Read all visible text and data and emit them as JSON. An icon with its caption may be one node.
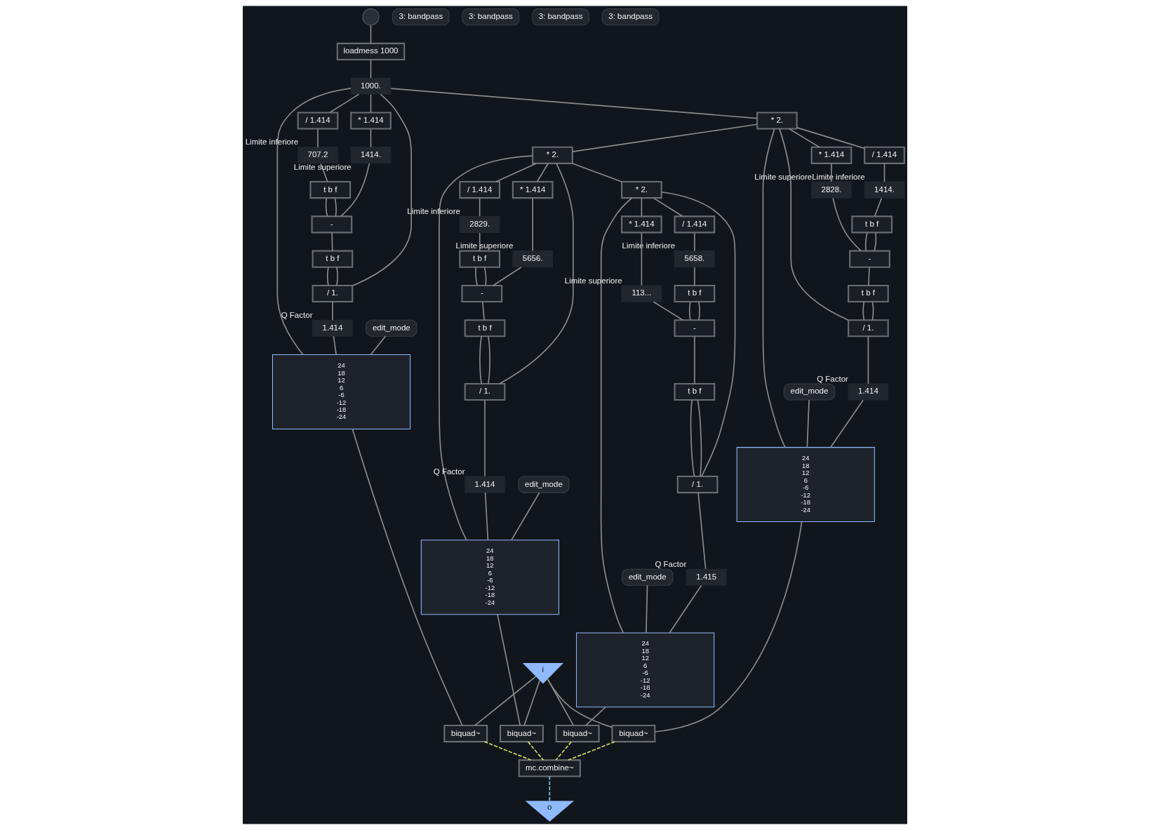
{
  "diagram": {
    "nodes": [
      {
        "text": [],
        "shape": "circle"
      },
      {
        "text": [
          "loadmess 1000"
        ]
      },
      {
        "text": [
          "1000."
        ]
      },
      {
        "text": [
          "/ 1.414"
        ]
      },
      {
        "text": [
          "707.2"
        ],
        "beside": [
          "Limite inferiore"
        ]
      },
      {
        "text": [
          "* 1.414"
        ]
      },
      {
        "text": [
          "1414."
        ],
        "beside": [
          "Limite superiore"
        ]
      },
      {
        "text": [
          "t b f"
        ]
      },
      {
        "text": [
          "-"
        ]
      },
      {
        "text": [
          "t b f"
        ]
      },
      {
        "text": [
          "/ 1."
        ]
      },
      {
        "text": [
          "1.414"
        ],
        "beside": [
          "Q Factor"
        ]
      },
      {
        "text": [
          "edit_mode"
        ]
      },
      {
        "text": [
          "3: bandpass"
        ]
      },
      {
        "text": [
          "24",
          "18",
          "12",
          "6",
          "-6",
          "-12",
          "-18",
          "-24"
        ]
      },
      {
        "text": [
          "biquad~"
        ]
      },
      {
        "text": [
          "* 2."
        ]
      },
      {
        "text": [
          "/ 1.414"
        ]
      },
      {
        "text": [
          "1414."
        ],
        "beside": [
          "Limite inferiore"
        ]
      },
      {
        "text": [
          "* 1.414"
        ]
      },
      {
        "text": [
          "2828."
        ],
        "beside": [
          "Limite superiore"
        ]
      },
      {
        "text": [
          "t b f"
        ]
      },
      {
        "text": [
          "-"
        ]
      },
      {
        "text": [
          "t b f"
        ]
      },
      {
        "text": [
          "/ 1."
        ]
      },
      {
        "text": [
          "1.414"
        ],
        "beside": [
          "Q Factor"
        ]
      },
      {
        "text": [
          "edit_mode"
        ]
      },
      {
        "text": [
          "3: bandpass"
        ]
      },
      {
        "text": [
          "24",
          "18",
          "12",
          "6",
          "-6",
          "-12",
          "-18",
          "-24"
        ]
      },
      {
        "text": [
          "biquad~"
        ]
      },
      {
        "text": [
          "* 2."
        ]
      },
      {
        "text": [
          "/ 1.414"
        ]
      },
      {
        "text": [
          "2829."
        ],
        "beside": [
          "Limite inferiore"
        ]
      },
      {
        "text": [
          "* 1.414"
        ]
      },
      {
        "text": [
          "5656."
        ],
        "beside": [
          "Limite superiore"
        ]
      },
      {
        "text": [
          "t b f"
        ]
      },
      {
        "text": [
          "-"
        ]
      },
      {
        "text": [
          "t b f"
        ]
      },
      {
        "text": [
          "/ 1."
        ]
      },
      {
        "text": [
          "1.414"
        ],
        "beside": [
          "Q Factor"
        ]
      },
      {
        "text": [
          "edit_mode"
        ]
      },
      {
        "text": [
          "3: bandpass"
        ]
      },
      {
        "text": [
          "24",
          "18",
          "12",
          "6",
          "-6",
          "-12",
          "-18",
          "-24"
        ]
      },
      {
        "text": [
          "biquad~"
        ]
      },
      {
        "text": [
          "* 2."
        ]
      },
      {
        "text": [
          "/ 1.414"
        ]
      },
      {
        "text": [
          "5658."
        ],
        "beside": [
          "Limite inferiore"
        ]
      },
      {
        "text": [
          "* 1.414"
        ]
      },
      {
        "text": [
          "113..."
        ],
        "beside": [
          "Limite superiore"
        ]
      },
      {
        "text": [
          "t b f"
        ]
      },
      {
        "text": [
          "-"
        ]
      },
      {
        "text": [
          "t b f"
        ]
      },
      {
        "text": [
          "/ 1."
        ]
      },
      {
        "text": [
          "1.415"
        ],
        "beside": [
          "Q Factor"
        ]
      },
      {
        "text": [
          "edit_mode"
        ]
      },
      {
        "text": [
          "3: bandpass"
        ]
      },
      {
        "text": [
          "24",
          "18",
          "12",
          "6",
          "-6",
          "-12",
          "-18",
          "-24"
        ]
      },
      {
        "text": [
          "biquad~"
        ]
      },
      {
        "text": [
          "i"
        ]
      },
      {
        "text": [
          "mc.combine~"
        ]
      },
      {
        "text": [
          "o"
        ]
      }
    ],
    "edges": [
      {
        "from": 0,
        "to": 1,
        "arrow": "none"
      },
      {
        "from": 1,
        "to": 2,
        "arrow": "none"
      },
      {
        "from": 2,
        "to": 3,
        "arrow": "none"
      },
      {
        "from": 2,
        "to": 5,
        "arrow": "none"
      },
      {
        "from": 3,
        "to": 4,
        "arrow": "none"
      },
      {
        "from": 5,
        "to": 6,
        "arrow": "none"
      },
      {
        "from": 4,
        "to": 7,
        "arrow": "none"
      },
      {
        "from": 7,
        "to": 8,
        "arrow": "none"
      },
      {
        "from": 7,
        "to": 8,
        "arrow": "none"
      },
      {
        "from": 6,
        "to": 8,
        "arrow": "none"
      },
      {
        "from": 8,
        "to": 9,
        "arrow": "none"
      },
      {
        "from": 9,
        "to": 10,
        "arrow": "none"
      },
      {
        "from": 9,
        "to": 10,
        "arrow": "none"
      },
      {
        "from": 2,
        "to": 10,
        "arrow": "none"
      },
      {
        "from": 10,
        "to": 11,
        "arrow": "none"
      },
      {
        "from": 11,
        "to": 14,
        "arrow": "none"
      },
      {
        "from": 2,
        "to": 14,
        "arrow": "none"
      },
      {
        "from": 12,
        "to": 14,
        "arrow": "none"
      },
      {
        "from": 14,
        "to": 15,
        "arrow": "none"
      },
      {
        "from": 58,
        "to": 15,
        "arrow": "none"
      },
      {
        "from": 15,
        "to": 59,
        "arrow": "none",
        "style": "dashed",
        "color": "#d4dc6a"
      },
      {
        "from": 2,
        "to": 16,
        "arrow": "none"
      },
      {
        "from": 16,
        "to": 17,
        "arrow": "none"
      },
      {
        "from": 16,
        "to": 19,
        "arrow": "none"
      },
      {
        "from": 17,
        "to": 18,
        "arrow": "none"
      },
      {
        "from": 19,
        "to": 20,
        "arrow": "none"
      },
      {
        "from": 18,
        "to": 21,
        "arrow": "none"
      },
      {
        "from": 21,
        "to": 22,
        "arrow": "none"
      },
      {
        "from": 21,
        "to": 22,
        "arrow": "none"
      },
      {
        "from": 20,
        "to": 22,
        "arrow": "none"
      },
      {
        "from": 22,
        "to": 23,
        "arrow": "none"
      },
      {
        "from": 23,
        "to": 24,
        "arrow": "none"
      },
      {
        "from": 23,
        "to": 24,
        "arrow": "none"
      },
      {
        "from": 16,
        "to": 24,
        "arrow": "none"
      },
      {
        "from": 24,
        "to": 25,
        "arrow": "none"
      },
      {
        "from": 25,
        "to": 28,
        "arrow": "none"
      },
      {
        "from": 16,
        "to": 28,
        "arrow": "none"
      },
      {
        "from": 26,
        "to": 28,
        "arrow": "none"
      },
      {
        "from": 28,
        "to": 29,
        "arrow": "none"
      },
      {
        "from": 58,
        "to": 29,
        "arrow": "none"
      },
      {
        "from": 29,
        "to": 59,
        "arrow": "none",
        "style": "dashed",
        "color": "#d4dc6a"
      },
      {
        "from": 16,
        "to": 30,
        "arrow": "none"
      },
      {
        "from": 30,
        "to": 31,
        "arrow": "none"
      },
      {
        "from": 30,
        "to": 33,
        "arrow": "none"
      },
      {
        "from": 31,
        "to": 32,
        "arrow": "none"
      },
      {
        "from": 33,
        "to": 34,
        "arrow": "none"
      },
      {
        "from": 32,
        "to": 35,
        "arrow": "none"
      },
      {
        "from": 35,
        "to": 36,
        "arrow": "none"
      },
      {
        "from": 35,
        "to": 36,
        "arrow": "none"
      },
      {
        "from": 34,
        "to": 36,
        "arrow": "none"
      },
      {
        "from": 36,
        "to": 37,
        "arrow": "none"
      },
      {
        "from": 37,
        "to": 38,
        "arrow": "none"
      },
      {
        "from": 37,
        "to": 38,
        "arrow": "none"
      },
      {
        "from": 30,
        "to": 38,
        "arrow": "none"
      },
      {
        "from": 38,
        "to": 39,
        "arrow": "none"
      },
      {
        "from": 39,
        "to": 42,
        "arrow": "none"
      },
      {
        "from": 30,
        "to": 42,
        "arrow": "none"
      },
      {
        "from": 40,
        "to": 42,
        "arrow": "none"
      },
      {
        "from": 42,
        "to": 43,
        "arrow": "none"
      },
      {
        "from": 58,
        "to": 43,
        "arrow": "none"
      },
      {
        "from": 43,
        "to": 59,
        "arrow": "none",
        "style": "dashed",
        "color": "#d4dc6a"
      },
      {
        "from": 30,
        "to": 44,
        "arrow": "none"
      },
      {
        "from": 44,
        "to": 45,
        "arrow": "none"
      },
      {
        "from": 44,
        "to": 47,
        "arrow": "none"
      },
      {
        "from": 45,
        "to": 46,
        "arrow": "none"
      },
      {
        "from": 47,
        "to": 48,
        "arrow": "none"
      },
      {
        "from": 46,
        "to": 49,
        "arrow": "none"
      },
      {
        "from": 49,
        "to": 50,
        "arrow": "none"
      },
      {
        "from": 49,
        "to": 50,
        "arrow": "none"
      },
      {
        "from": 48,
        "to": 50,
        "arrow": "none"
      },
      {
        "from": 50,
        "to": 51,
        "arrow": "none"
      },
      {
        "from": 51,
        "to": 52,
        "arrow": "none"
      },
      {
        "from": 51,
        "to": 52,
        "arrow": "none"
      },
      {
        "from": 44,
        "to": 52,
        "arrow": "none"
      },
      {
        "from": 52,
        "to": 53,
        "arrow": "none"
      },
      {
        "from": 53,
        "to": 56,
        "arrow": "none"
      },
      {
        "from": 44,
        "to": 56,
        "arrow": "none"
      },
      {
        "from": 54,
        "to": 56,
        "arrow": "none"
      },
      {
        "from": 56,
        "to": 57,
        "arrow": "none"
      },
      {
        "from": 58,
        "to": 57,
        "arrow": "none"
      },
      {
        "from": 57,
        "to": 59,
        "arrow": "none",
        "style": "dashed",
        "color": "#d4dc6a"
      },
      {
        "from": 59,
        "to": 60,
        "arrow": "none",
        "style": "dashed",
        "color": "#7ec8e3"
      }
    ]
  }
}
